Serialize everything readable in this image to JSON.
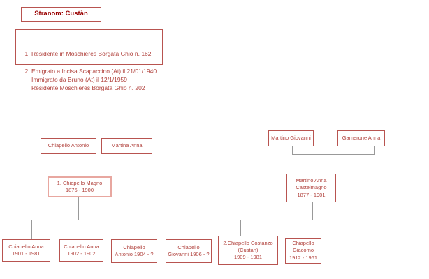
{
  "title_box": {
    "label": "Stranom: Custàn"
  },
  "notes": {
    "items": [
      "Residente in Moschieres Borgata Ghio n. 162",
      "Emigrato a Incisa Scapaccino (At) il 21/01/1940\nImmigrato da Bruno (At) il 12/1/1959\nResidente Moschieres Borgata Ghio n. 202"
    ]
  },
  "nodes": {
    "grand_left_1": "Chiapello Antonio",
    "grand_left_2": "Martina Anna",
    "grand_right_1": "Martino Giovanni",
    "grand_right_2": "Gamerone Anna",
    "parent_left": "1.   Chiapello Magno\n1876 - 1900",
    "parent_right": "Martino Anna\nCastelmagno\n1877 - 1901",
    "child_1": "Chiapello Anna\n1901 - 1981",
    "child_2": "Chiapello Anna\n1902 - 1902",
    "child_3": "Chiapello\nAntonio 1904 - ?",
    "child_4": "Chiapello\nGiovanni 1906 - ?",
    "child_5": "2.Chiapello Costanzo\n(Custàn)\n1909 - 1981",
    "child_6": "Chiapello\nGiacomo\n1912 - 1961"
  },
  "colors": {
    "node_border": "#b85450",
    "highlight_border": "#e8a7a0",
    "text_red": "#b0403b",
    "title_red": "#990000",
    "connector_gray": "#999999",
    "background": "#ffffff"
  }
}
